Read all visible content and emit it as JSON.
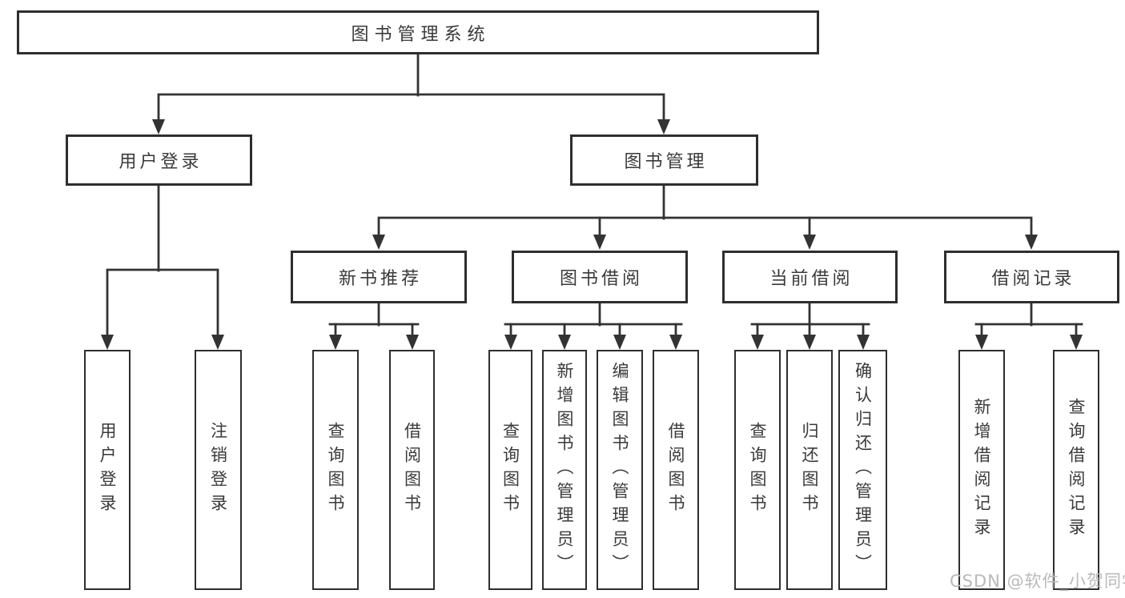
{
  "diagram": {
    "title": "图书管理系统",
    "watermark": "CSDN @软件_小贺同学",
    "colors": {
      "line": "#333333",
      "box_border": "#2e2e2e",
      "text": "#3a3a3a",
      "watermark": "#b9b9b9",
      "background": "#ffffff"
    }
  },
  "tree": {
    "root": {
      "label": "图书管理系统",
      "children": [
        {
          "label": "用户登录",
          "children": [
            {
              "label": "用户登录"
            },
            {
              "label": "注销登录"
            }
          ]
        },
        {
          "label": "图书管理",
          "children": [
            {
              "label": "新书推荐",
              "children": [
                {
                  "label": "查询图书"
                },
                {
                  "label": "借阅图书"
                }
              ]
            },
            {
              "label": "图书借阅",
              "children": [
                {
                  "label": "查询图书"
                },
                {
                  "label": "新增图书（管理员）"
                },
                {
                  "label": "编辑图书（管理员）"
                },
                {
                  "label": "借阅图书"
                }
              ]
            },
            {
              "label": "当前借阅",
              "children": [
                {
                  "label": "查询图书"
                },
                {
                  "label": "归还图书"
                },
                {
                  "label": "确认归还（管理员）"
                }
              ]
            },
            {
              "label": "借阅记录",
              "children": [
                {
                  "label": "新增借阅记录"
                },
                {
                  "label": "查询借阅记录"
                }
              ]
            }
          ]
        }
      ]
    }
  }
}
